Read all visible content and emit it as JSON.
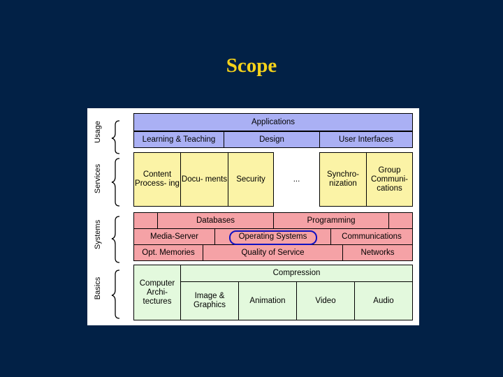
{
  "title": "Scope",
  "layers": {
    "usage": "Usage",
    "services": "Services",
    "systems": "Systems",
    "basics": "Basics"
  },
  "usage": {
    "applications": "Applications",
    "learning": "Learning & Teaching",
    "design": "Design",
    "ui": "User Interfaces"
  },
  "services": {
    "content": "Content Process- ing",
    "documents": "Docu- ments",
    "security": "Security",
    "ellipsis": "...",
    "sync": "Synchro- nization",
    "group": "Group Communi- cations"
  },
  "systems": {
    "databases": "Databases",
    "programming": "Programming",
    "media_server": "Media-Server",
    "os": "Operating Systems",
    "communications": "Communications",
    "opt_memories": "Opt. Memories",
    "qos": "Quality of Service",
    "networks": "Networks"
  },
  "basics": {
    "compression": "Compression",
    "computer_arch": "Computer Archi- tectures",
    "image_graphics": "Image & Graphics",
    "animation": "Animation",
    "video": "Video",
    "audio": "Audio"
  },
  "colors": {
    "background": "#022146",
    "title": "#f5d21a",
    "usage": "#aab0f4",
    "services": "#fbf3a6",
    "systems": "#f5a2a6",
    "basics": "#e3f9dd",
    "highlight": "#1010c0"
  }
}
